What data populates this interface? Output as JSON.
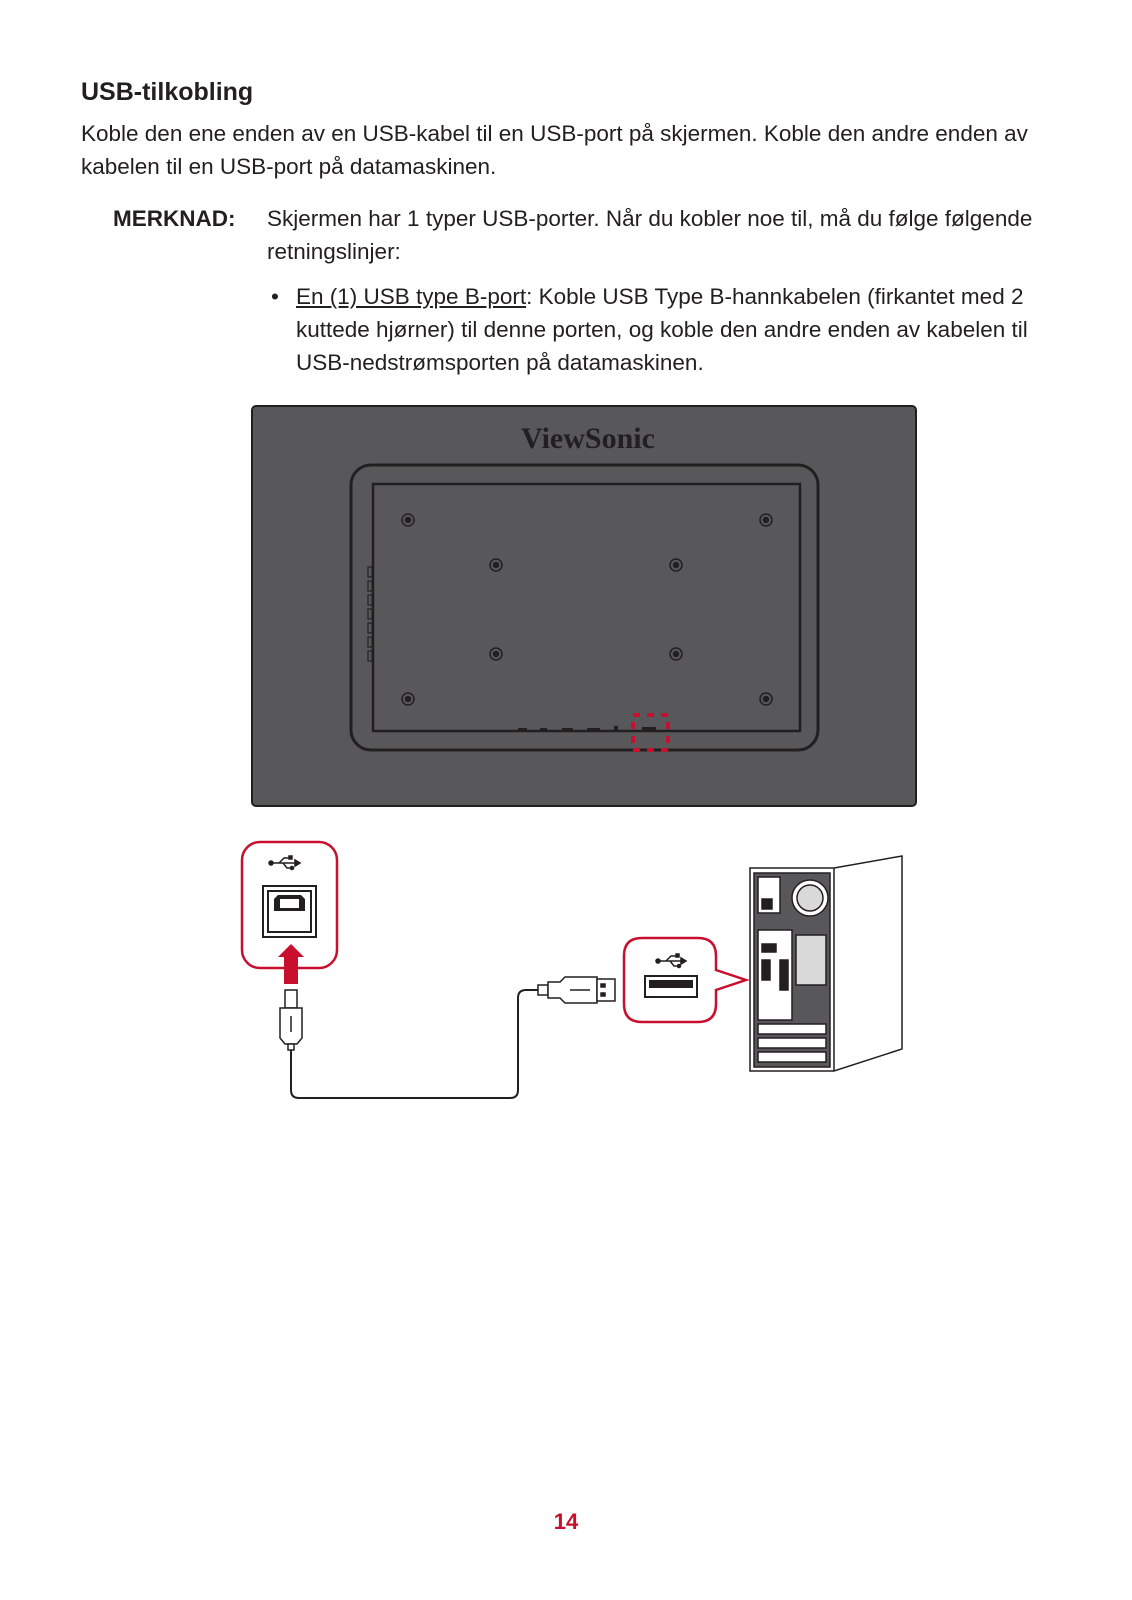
{
  "section": {
    "title": "USB-tilkobling",
    "intro": "Koble den ene enden av en USB-kabel til en USB-port på skjermen. Koble den andre enden av kabelen til en USB-port på datamaskinen."
  },
  "note": {
    "label": "MERKNAD:",
    "text": "Skjermen har 1 typer USB-porter. Når du kobler noe til, må du følge følgende retningslinjer:",
    "bullet_symbol": "•",
    "bullet_link": "En (1) USB type B-port",
    "bullet_rest": ": Koble USB Type B-hannkabelen (firkantet med 2 kuttede hjørner) til denne porten, og koble den andre enden av kabelen til USB-nedstrømsporten på datamaskinen."
  },
  "diagram": {
    "brand": "ViewSonic",
    "highlight_color": "#c8102e",
    "monitor_color": "#58585a",
    "icons": [
      "usb-icon",
      "usb-b-port-icon",
      "usb-a-port-icon",
      "arrow-up-icon",
      "computer-tower-icon"
    ]
  },
  "footer": {
    "page_number": "14"
  }
}
